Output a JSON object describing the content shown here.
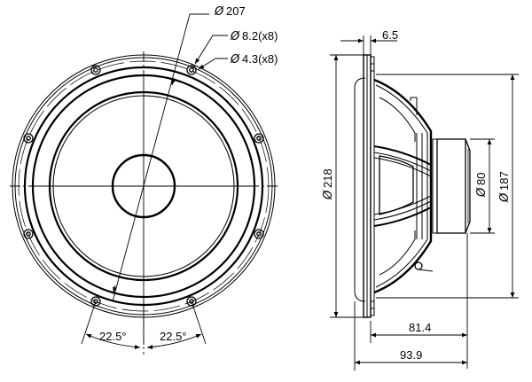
{
  "drawing": {
    "title": "Loudspeaker driver dimensional drawing",
    "units": "mm",
    "line_color": "#000000",
    "background": "#ffffff"
  },
  "front_view": {
    "dimensions": {
      "bolt_circle": {
        "symbol": "Ø",
        "value": "207"
      },
      "hole_outer": {
        "symbol": "Ø",
        "value": "8.2(x8)"
      },
      "hole_inner": {
        "symbol": "Ø",
        "value": "4.3(x8)"
      },
      "angle_left": "22.5°",
      "angle_right": "22.5°"
    },
    "mounting_holes_count": 8
  },
  "side_view": {
    "dimensions": {
      "flange_thickness": "6.5",
      "overall_diameter": {
        "symbol": "Ø",
        "value": "218"
      },
      "magnet_diameter": {
        "symbol": "Ø",
        "value": "80"
      },
      "cutout_diameter": {
        "symbol": "Ø",
        "value": "187"
      },
      "mounting_depth": "81.4",
      "overall_depth": "93.9"
    }
  }
}
